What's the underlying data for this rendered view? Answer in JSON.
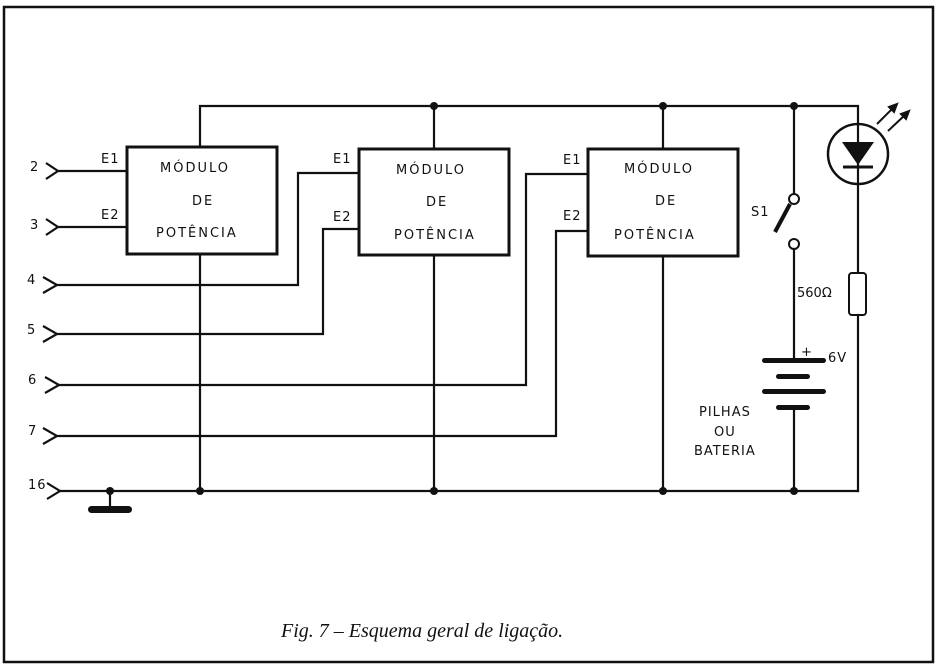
{
  "figure": {
    "caption": "Fig. 7 – Esquema geral de ligação.",
    "modules": [
      {
        "line1": "MÓDULO",
        "line2": "DE",
        "line3": "POTÊNCIA",
        "input1": "E1",
        "input2": "E2"
      },
      {
        "line1": "MÓDULO",
        "line2": "DE",
        "line3": "POTÊNCIA",
        "input1": "E1",
        "input2": "E2"
      },
      {
        "line1": "MÓDULO",
        "line2": "DE",
        "line3": "POTÊNCIA",
        "input1": "E1",
        "input2": "E2"
      }
    ],
    "connector_pins": [
      "2",
      "3",
      "4",
      "5",
      "6",
      "7",
      "16"
    ],
    "switch_label": "S1",
    "resistor_label": "560Ω",
    "battery": {
      "plus": "+",
      "voltage": "6V",
      "line1": "PILHAS",
      "line2": "OU",
      "line3": "BATERIA"
    }
  }
}
